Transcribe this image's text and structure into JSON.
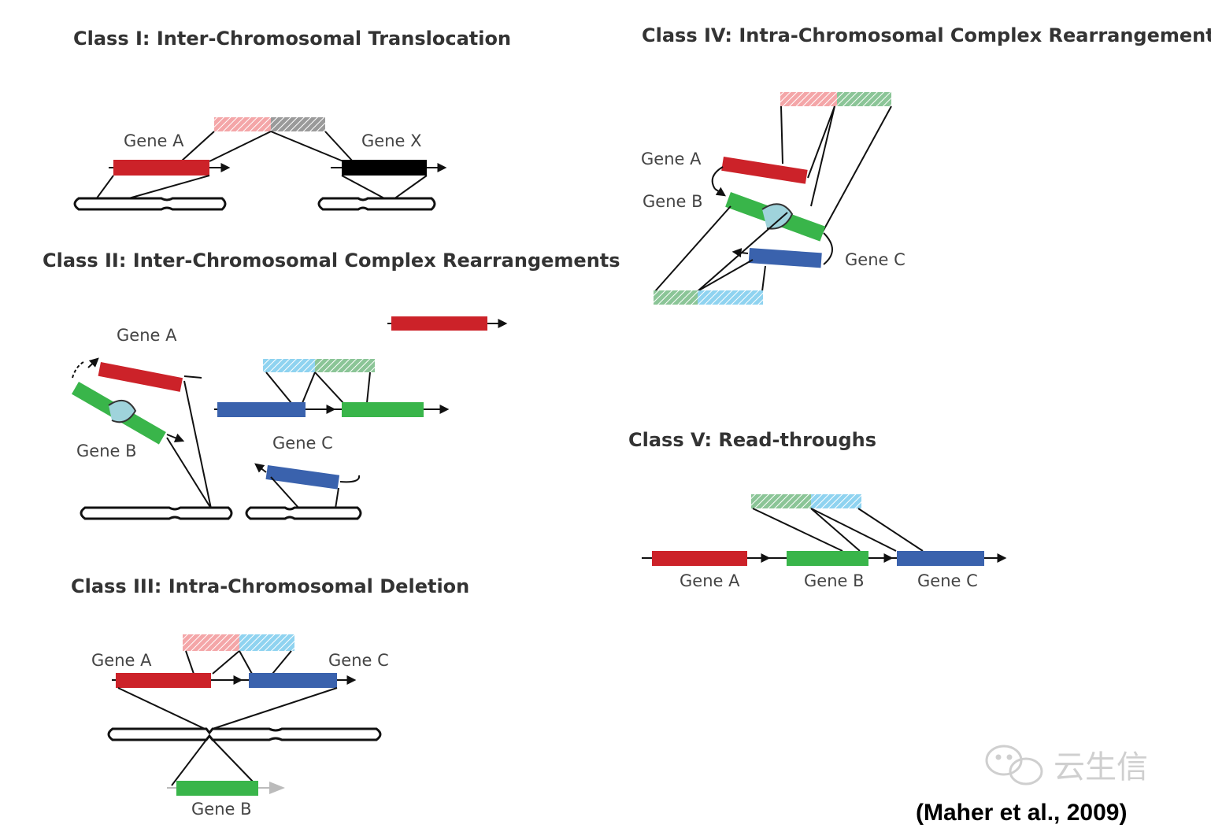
{
  "colors": {
    "gene_a": "#cc2229",
    "gene_b": "#39b54a",
    "gene_c": "#3a62ad",
    "gene_x": "#000000",
    "fusion_red": "#f4a6a8",
    "fusion_green": "#8bc597",
    "fusion_blue": "#8fd3f0",
    "fusion_gray": "#9a9a9a"
  },
  "class1": {
    "title": "Class I:    Inter-Chromosomal Translocation",
    "gene_a": "Gene A",
    "gene_x": "Gene X"
  },
  "class2": {
    "title": "Class II: Inter-Chromosomal Complex Rearrangements",
    "gene_a": "Gene A",
    "gene_b": "Gene B",
    "gene_c": "Gene C"
  },
  "class3": {
    "title": "Class III:  Intra-Chromosomal Deletion",
    "gene_a": "Gene A",
    "gene_b": "Gene B",
    "gene_c": "Gene C"
  },
  "class4": {
    "title": "Class IV:  Intra-Chromosomal Complex Rearrangements",
    "gene_a": "Gene A",
    "gene_b": "Gene B",
    "gene_c": "Gene C"
  },
  "class5": {
    "title": "Class V: Read-throughs",
    "gene_a": "Gene A",
    "gene_b": "Gene B",
    "gene_c": "Gene C"
  },
  "watermark": "云生信",
  "citation": "(Maher et al., 2009)"
}
